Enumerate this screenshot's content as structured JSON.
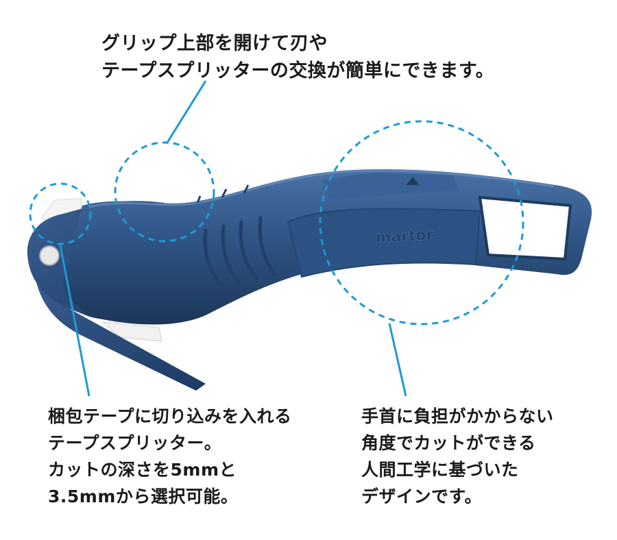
{
  "callouts": {
    "top": {
      "lines": [
        "グリップ上部を開けて刃や",
        "テープスプリッターの交換が簡単にできます。"
      ]
    },
    "left": {
      "lines": [
        "梱包テープに切り込みを入れる",
        "テープスプリッター。",
        "カットの深さを5mmと",
        "3.5mmから選択可能。"
      ]
    },
    "right": {
      "lines": [
        "手首に負担がかからない",
        "角度でカットができる",
        "人間工学に基づいた",
        "デザインです。"
      ]
    }
  },
  "product": {
    "brand": "martor"
  },
  "colors": {
    "body": "#2c4f7c",
    "body_dark": "#1e3a60",
    "body_light": "#3d6394",
    "callout_line": "#1b9ad6",
    "text": "#1a1a1a"
  }
}
